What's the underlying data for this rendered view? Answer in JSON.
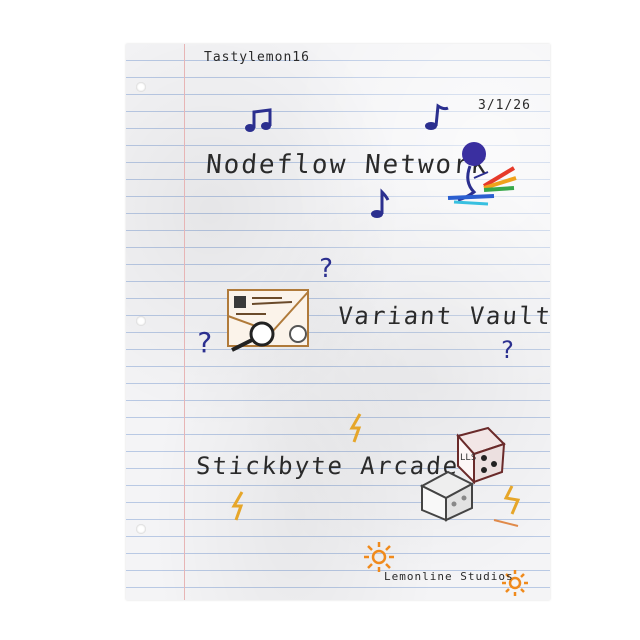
{
  "author": "Tastylemon16",
  "date": "3/1/26",
  "projects": [
    {
      "name": "Nodeflow Network",
      "icon": "music-figure-icon"
    },
    {
      "name": "Variant Vault",
      "icon": "document-magnifier-icon"
    },
    {
      "name": "Stickbyte Arcade",
      "icon": "dice-icon"
    }
  ],
  "studio": "Lemonline Studios",
  "dice_label": "LLS",
  "colors": {
    "ink": "#2a2a2a",
    "blue": "#2b2f8f",
    "lightning": "#e6a62a",
    "sun": "#f08a1c"
  }
}
